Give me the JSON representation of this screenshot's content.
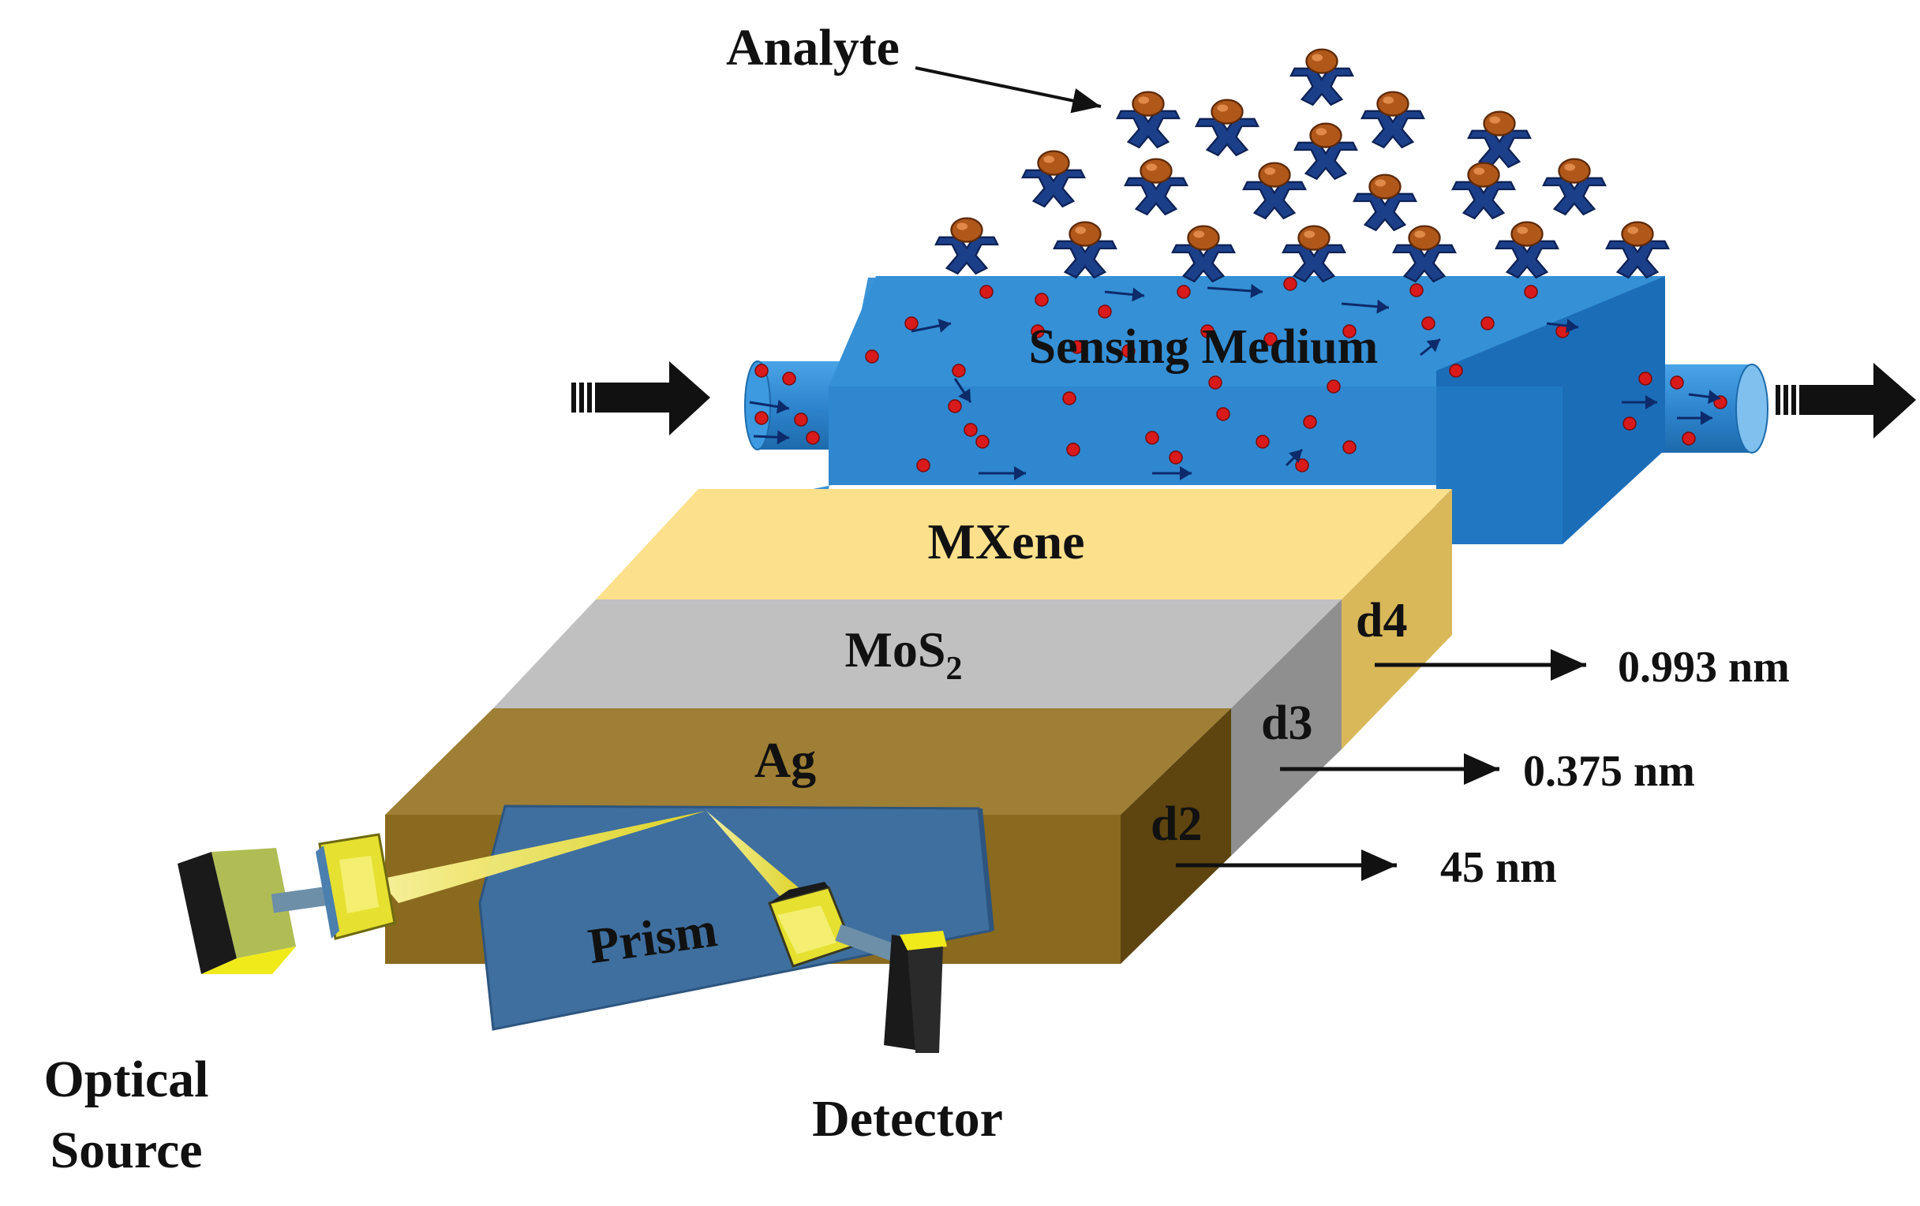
{
  "labels": {
    "analyte": "Analyte",
    "sensing_medium": "Sensing Medium",
    "mxene": "MXene",
    "mos2_base": "MoS",
    "mos2_sub": "2",
    "ag": "Ag",
    "prism": "Prism",
    "optical_source_line1": "Optical",
    "optical_source_line2": "Source",
    "detector": "Detector",
    "d4": "d4",
    "d3": "d3",
    "d2": "d2",
    "d4_value": "0.993 nm",
    "d3_value": "0.375 nm",
    "d2_value": "45 nm"
  },
  "colors": {
    "mxene_top": "#fde08c",
    "mxene_side": "#d9b85a",
    "mos2_top": "#c0c0c0",
    "mos2_side": "#8f8f8f",
    "ag_top": "#9e7f35",
    "ag_front": "#8a6a1e",
    "ag_side": "#5e4510",
    "prism": "#3f6f9f",
    "sensing_medium": "#2f86cf",
    "particle": "#d81a1a",
    "analyte_body": "#1c3f8a",
    "analyte_head": "#b0571a",
    "beam": "#f4ea3a"
  }
}
